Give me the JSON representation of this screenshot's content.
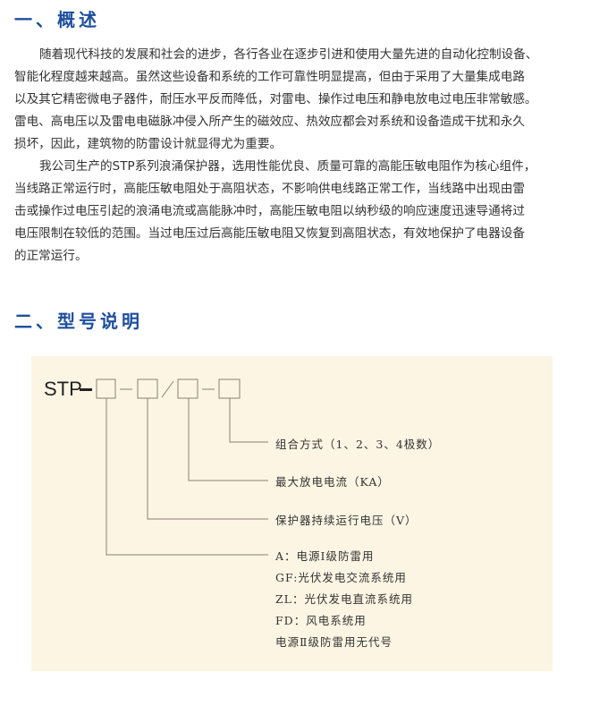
{
  "section1": {
    "title": "一、概述",
    "lines": [
      "随着现代科技的发展和社会的进步，各行各业在逐步引进和使用大量先进的自动化控制设备、",
      "智能化程度越来越高。虽然这些设备和系统的工作可靠性明显提高，但由于采用了大量集成电路",
      "以及其它精密微电子器件，耐压水平反而降低，对雷电、操作过电压和静电放电过电压非常敏感。",
      "雷电、高电压以及雷电电磁脉冲侵入所产生的磁效应、热效应都会对系统和设备造成干扰和永久",
      "损坏，因此，建筑物的防雷设计就显得尤为重要。",
      "我公司生产的STP系列浪涌保护器，选用性能优良、质量可靠的高能压敏电阻作为核心组件，",
      "当线路正常运行时，高能压敏电阻处于高阻状态，不影响供电线路正常工作，当线路中出现由雷",
      "击或操作过电压引起的浪涌电流或高能脉冲时，高能压敏电阻以纳秒级的响应速度迅速导通将过",
      "电压限制在较低的范围。当过电压过后高能压敏电阻又恢复到高阻状态，有效地保护了电器设备",
      "的正常运行。"
    ]
  },
  "section2": {
    "title": "二、型号说明",
    "model_prefix": "STP",
    "labels": [
      "组合方式（1、2、3、4极数）",
      "最大放电电流（KA）",
      "保护器持续运行电压（V）",
      "A：电源Ⅰ级防雷用",
      "GF:光伏发电交流系统用",
      "ZL：光伏发电直流系统用",
      "FD：风电系统用",
      "电源Ⅱ级防雷用无代号"
    ]
  }
}
